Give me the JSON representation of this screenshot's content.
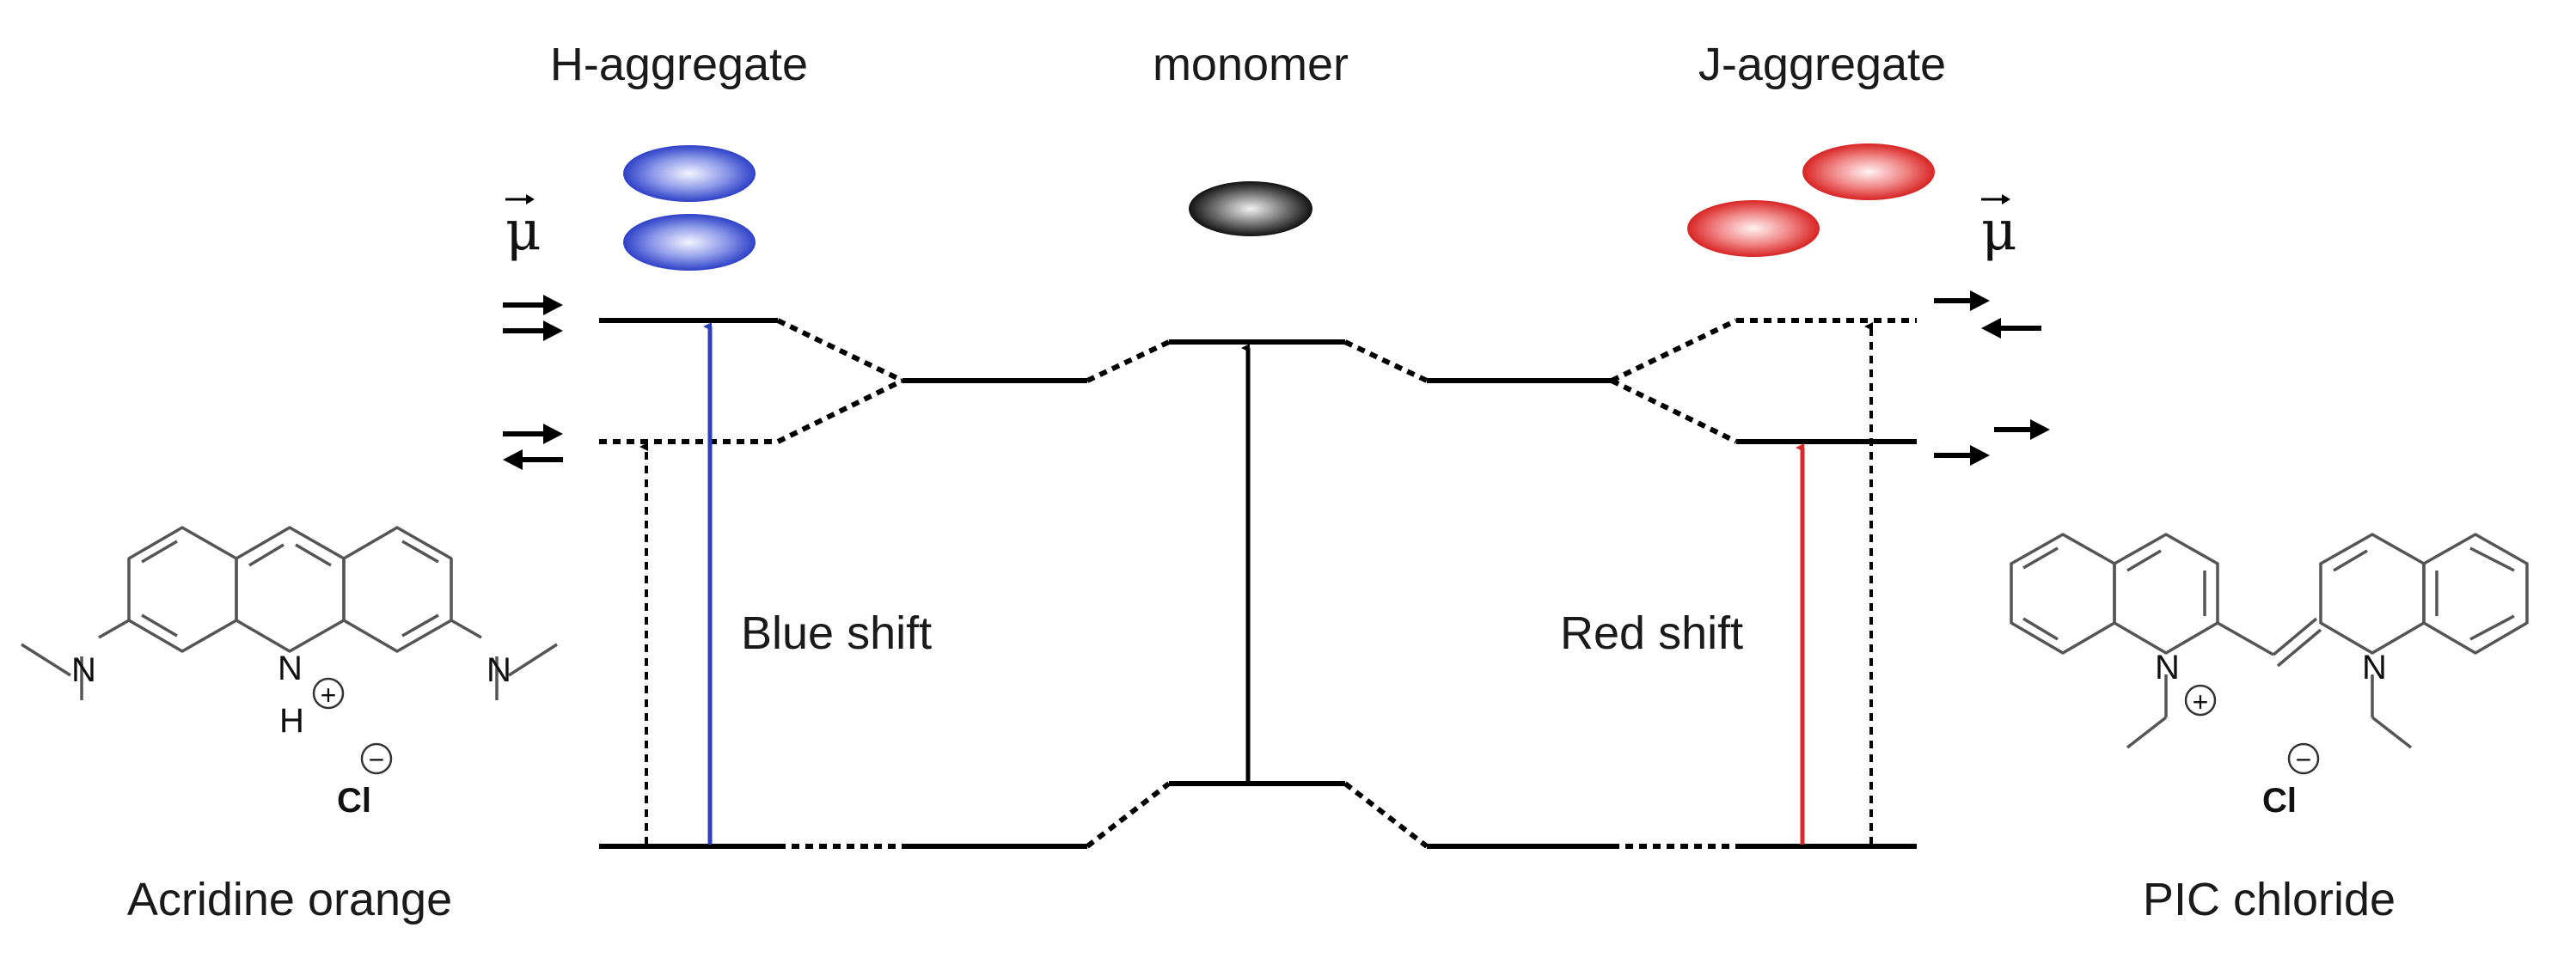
{
  "labels": {
    "h_aggregate": "H-aggregate",
    "monomer": "monomer",
    "j_aggregate": "J-aggregate",
    "blue_shift": "Blue shift",
    "red_shift": "Red shift",
    "mu_left": "μ",
    "mu_right": "μ"
  },
  "molecules": {
    "left": {
      "name": "Acridine orange",
      "atoms": {
        "n": "N",
        "h": "H",
        "cl": "Cl",
        "plus": "+",
        "minus": "−"
      }
    },
    "right": {
      "name": "PIC chloride",
      "atoms": {
        "n_plus": "N",
        "n": "N",
        "cl": "Cl",
        "plus": "+",
        "minus": "−"
      }
    }
  },
  "colors": {
    "h_aggregate_blob": "#3a4fd0",
    "monomer_blob": "#1a1a1a",
    "j_aggregate_blob": "#e03030",
    "blue_arrow": "#2a3fb8",
    "red_arrow": "#d82a2a",
    "line": "#000000",
    "structure": "#555555"
  }
}
